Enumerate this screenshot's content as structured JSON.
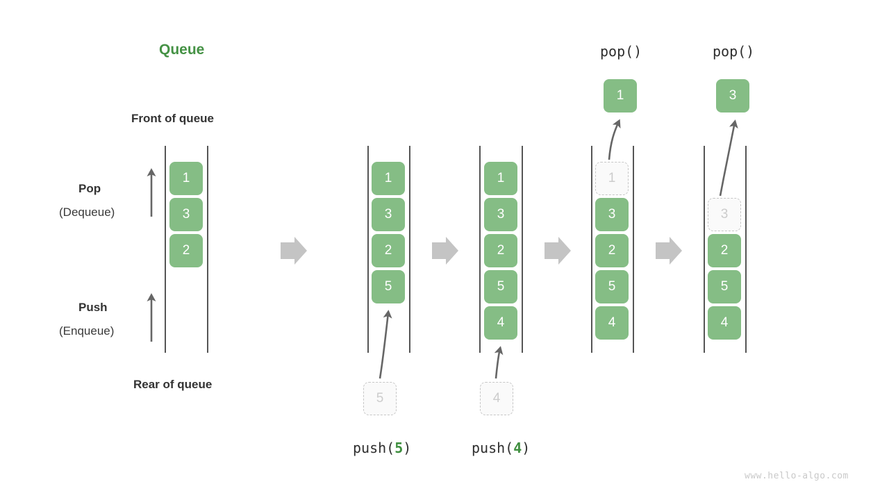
{
  "title": "Queue",
  "labels": {
    "front": "Front of queue",
    "rear": "Rear of queue",
    "pop": "Pop",
    "pop_alt": "(Dequeue)",
    "push": "Push",
    "push_alt": "(Enqueue)"
  },
  "watermark": "www.hello-algo.com",
  "colors": {
    "accent_green": "#459245",
    "box_green": "#85bd85",
    "ghost_fill": "#fafafa",
    "ghost_border": "#c6c6c6",
    "rail": "#555555",
    "arrow_gray": "#666666",
    "block_arrow": "#c4c4c4",
    "text": "#3c3c3c",
    "watermark": "#c9c9c9"
  },
  "columns": [
    {
      "id": "initial",
      "caption": "",
      "op_label": "",
      "items": [
        "1",
        "3",
        "2"
      ],
      "ghost_index": -1,
      "incoming": null,
      "outgoing": null
    },
    {
      "id": "after-push-5",
      "caption": "push(5)",
      "caption_prefix": "push(",
      "caption_value": "5",
      "caption_suffix": ")",
      "op_label": "",
      "items": [
        "1",
        "3",
        "2",
        "5"
      ],
      "ghost_index": -1,
      "incoming": "5",
      "outgoing": null
    },
    {
      "id": "after-push-4",
      "caption": "push(4)",
      "caption_prefix": "push(",
      "caption_value": "4",
      "caption_suffix": ")",
      "op_label": "",
      "items": [
        "1",
        "3",
        "2",
        "5",
        "4"
      ],
      "ghost_index": -1,
      "incoming": "4",
      "outgoing": null
    },
    {
      "id": "after-pop-1",
      "caption": "",
      "op_label": "pop()",
      "items": [
        "1",
        "3",
        "2",
        "5",
        "4"
      ],
      "ghost_index": 0,
      "incoming": null,
      "outgoing": "1"
    },
    {
      "id": "after-pop-3",
      "caption": "",
      "op_label": "pop()",
      "items": [
        "3",
        "2",
        "5",
        "4"
      ],
      "ghost_index": 0,
      "incoming": null,
      "outgoing": "3"
    }
  ],
  "flow_arrows": 4
}
